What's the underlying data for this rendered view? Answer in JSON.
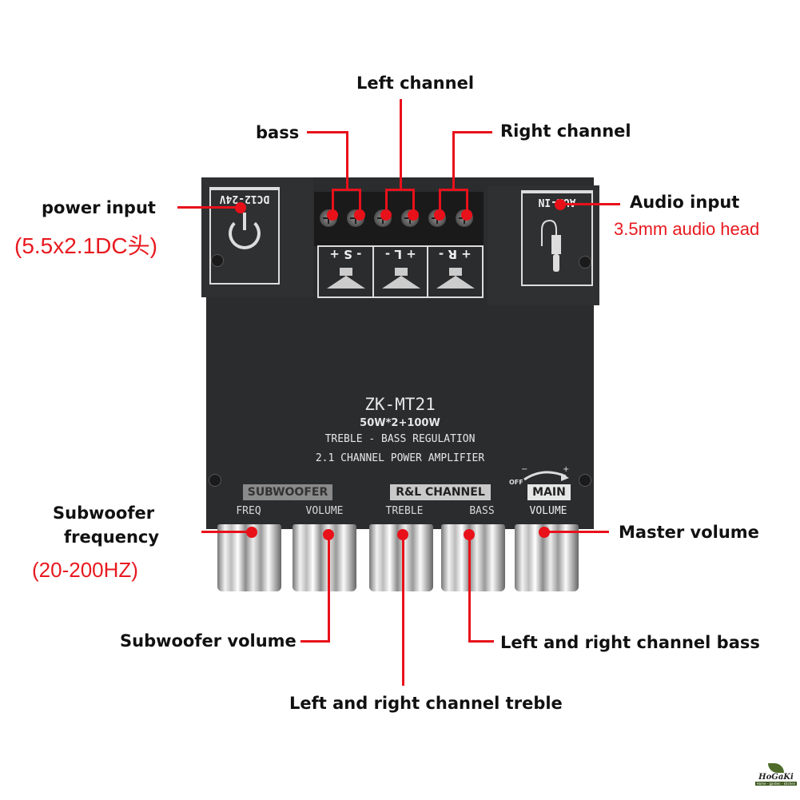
{
  "callouts": {
    "left_channel": "Left channel",
    "bass": "bass",
    "right_channel": "Right channel",
    "power_input": "power input",
    "power_input_spec": "(5.5x2.1DC头)",
    "audio_input": "Audio input",
    "audio_input_spec": "3.5mm audio head",
    "subwoofer_frequency_line1": "Subwoofer",
    "subwoofer_frequency_line2": "frequency",
    "subwoofer_frequency_spec": "(20-200HZ)",
    "master_volume": "Master volume",
    "subwoofer_volume": "Subwoofer volume",
    "lr_channel_bass": "Left and right channel bass",
    "lr_channel_treble": "Left and right channel treble"
  },
  "board": {
    "power_panel_label": "DC12-24V",
    "aux_panel_label": "AUX-IN",
    "terminals": [
      {
        "label": "- S +"
      },
      {
        "label": "+ L -"
      },
      {
        "label": "+ R -"
      }
    ],
    "model": "ZK-MT21",
    "power_rating": "50W*2+100W",
    "line1": "TREBLE - BASS REGULATION",
    "line2": "2.1 CHANNEL POWER AMPLIFIER",
    "group_subwoofer": "SUBWOOFER",
    "group_rl": "R&L CHANNEL",
    "group_main": "MAIN",
    "main_off": "OFF",
    "knob_labels": [
      "FREQ",
      "VOLUME",
      "TREBLE",
      "BASS",
      "VOLUME"
    ]
  },
  "watermark": {
    "brand": "HoGaKi",
    "tagline": "Home - garden - kitchen"
  },
  "colors": {
    "callout_red": "#e8111a",
    "board": "#2b2c2e"
  }
}
